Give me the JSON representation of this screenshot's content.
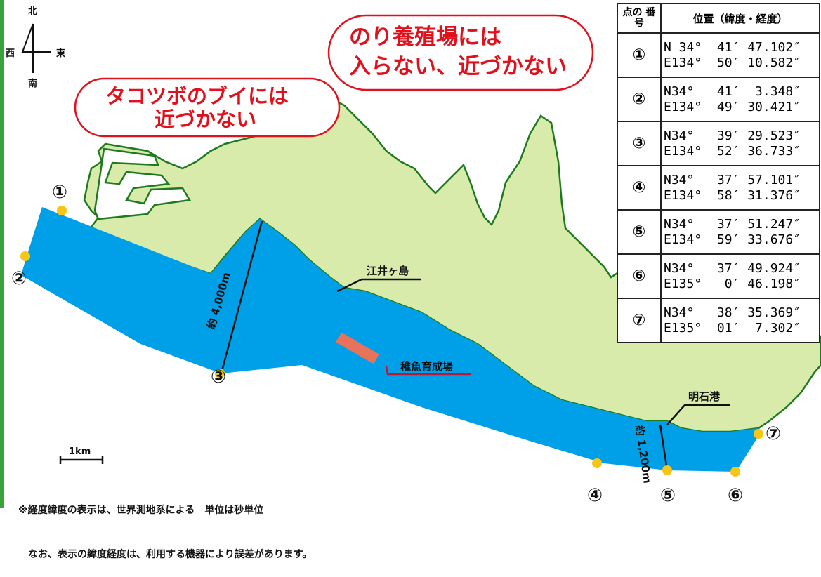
{
  "compass": {
    "north": "北",
    "south": "南",
    "east": "東",
    "west": "西"
  },
  "callouts": {
    "nori_line1": "のり養殖場には",
    "nori_line2": "入らない、近づかない",
    "tako_line1": "タコツボのブイには",
    "tako_line2": "近づかない"
  },
  "labels": {
    "island": "江井ヶ島",
    "nursery": "稚魚育成場",
    "port": "明石港",
    "dist_4000": "約 4,000m",
    "dist_1200": "約 1,200m",
    "scale": "1km"
  },
  "points": [
    {
      "id": "①",
      "lat": "N 34°  41′ 47.102″",
      "lon": "E134°  50′ 10.582″"
    },
    {
      "id": "②",
      "lat": "N34°   41′  3.348″",
      "lon": "E134°  49′ 30.421″"
    },
    {
      "id": "③",
      "lat": "N34°   39′ 29.523″",
      "lon": "E134°  52′ 36.733″"
    },
    {
      "id": "④",
      "lat": "N34°   37′ 57.101″",
      "lon": "E134°  58′ 31.376″"
    },
    {
      "id": "⑤",
      "lat": "N34°   37′ 51.247″",
      "lon": "E134°  59′ 33.676″"
    },
    {
      "id": "⑥",
      "lat": "N34°   37′ 49.924″",
      "lon": "E135°   0′ 46.198″"
    },
    {
      "id": "⑦",
      "lat": "N34°   38′ 35.369″",
      "lon": "E135°  01′  7.302″"
    }
  ],
  "table": {
    "col_no": "点の 番号",
    "col_pos": "位置（緯度・経度）"
  },
  "note": {
    "line1": "※経度緯度の表示は、世界測地系による　単位は秒単位",
    "line2": "　なお、表示の緯度経度は、利用する機器により誤差があります。"
  },
  "colors": {
    "land": "#d8ebaa",
    "coast": "#1e7a1e",
    "sea": "#00a0e9",
    "point": "#f5c518",
    "callout": "#e0101c",
    "nursery": "#e8735a"
  }
}
